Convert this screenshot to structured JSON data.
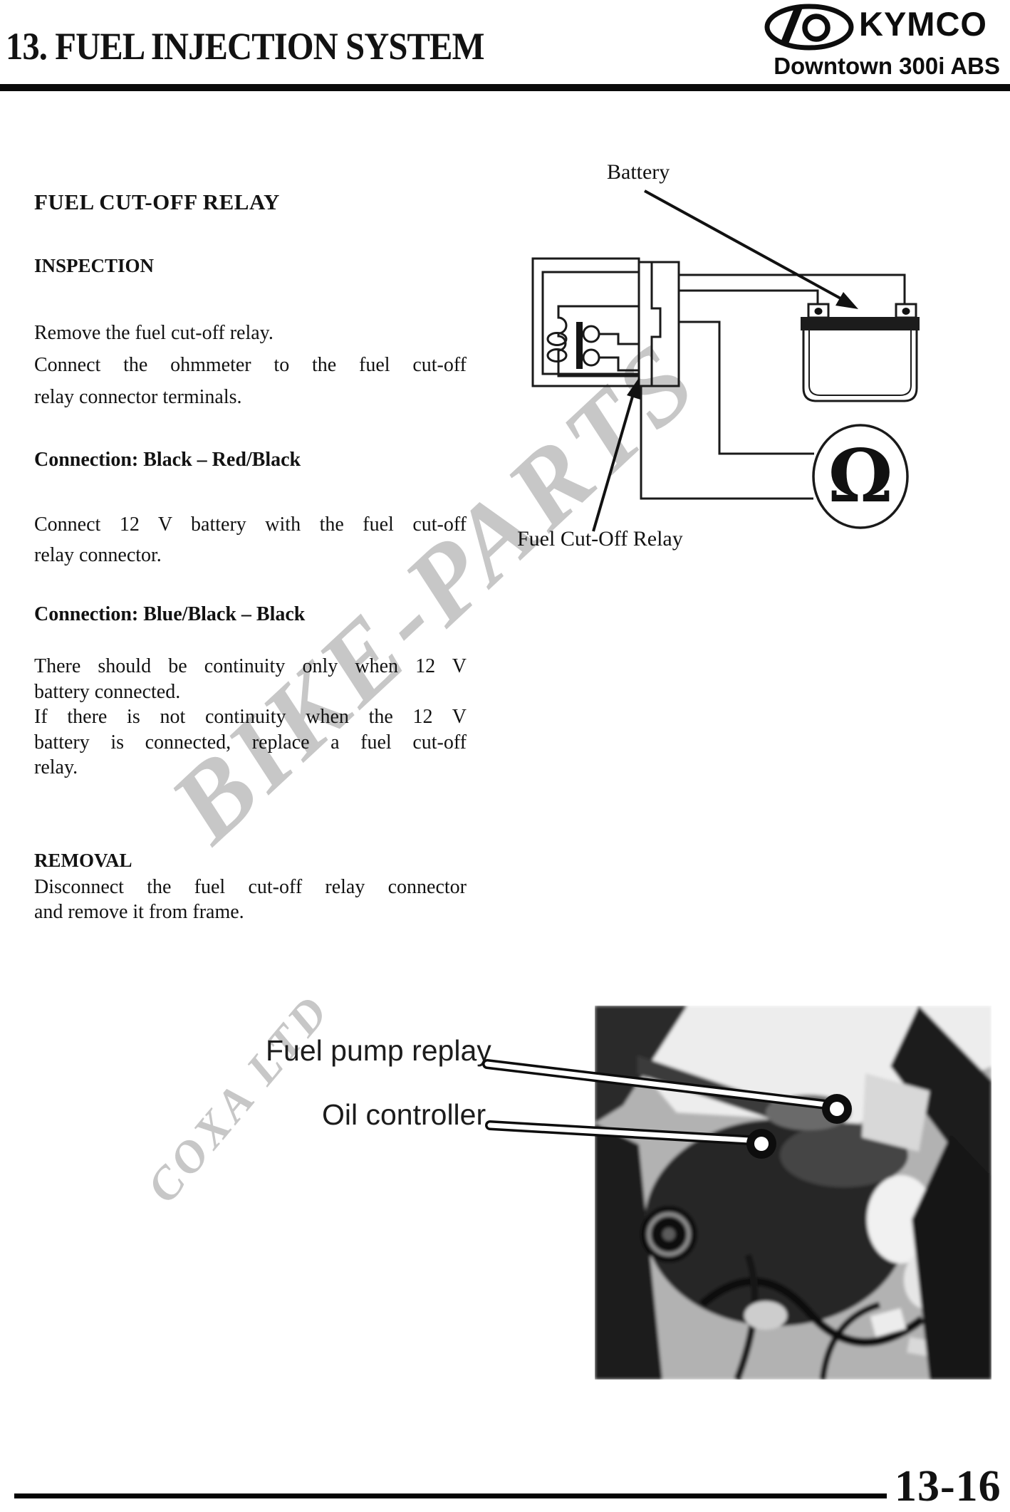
{
  "header": {
    "chapter_title": "13. FUEL INJECTION SYSTEM",
    "brand": "KYMCO",
    "model": "Downtown 300i ABS"
  },
  "watermark": {
    "line1": "BIKE-PARTS",
    "line2": "COXA LTD"
  },
  "content": {
    "heading": "FUEL CUT-OFF RELAY",
    "inspection": {
      "title": "INSPECTION",
      "p1": [
        "Remove the fuel cut-off relay.",
        "Connect the ohmmeter to the fuel cut-off",
        "relay connector terminals."
      ],
      "connection1": "Connection: Black – Red/Black",
      "p2": [
        "Connect 12 V battery with the fuel cut-off",
        "relay connector."
      ],
      "connection2": "Connection: Blue/Black – Black",
      "p3": [
        "There should be continuity only when 12 V",
        "battery connected.",
        "If there is not continuity when the 12 V",
        "battery is connected, replace a fuel cut-off",
        "relay."
      ]
    },
    "removal": {
      "title": "REMOVAL",
      "p4": [
        "Disconnect the fuel cut-off relay connector",
        "and remove it from frame."
      ]
    }
  },
  "diagram": {
    "battery_label": "Battery",
    "relay_label": "Fuel Cut-Off Relay",
    "ohm_symbol": "Ω"
  },
  "photo": {
    "label1": "Fuel pump replay",
    "label2": "Oil controller"
  },
  "footer": {
    "page_number": "13-16",
    "colors": {
      "ink": "#121212",
      "watermark": "#c7c7c7"
    }
  }
}
